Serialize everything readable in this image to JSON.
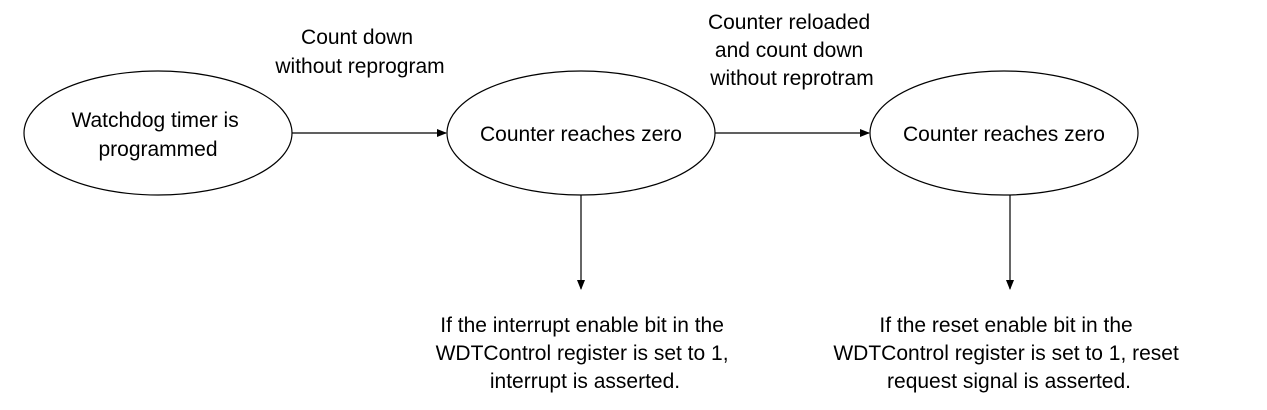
{
  "diagram": {
    "nodes": {
      "start": {
        "lines": [
          "Watchdog timer is",
          "programmed"
        ]
      },
      "zero1": {
        "lines": [
          "Counter reaches zero"
        ]
      },
      "zero2": {
        "lines": [
          "Counter reaches zero"
        ]
      }
    },
    "edge_labels": {
      "start_to_zero1": {
        "lines": [
          "Count down",
          "without reprogram"
        ]
      },
      "zero1_to_zero2": {
        "lines": [
          "Counter reloaded",
          "and count down",
          "without reprotram"
        ]
      }
    },
    "outcomes": {
      "interrupt": {
        "lines": [
          "If the interrupt enable bit in the",
          "WDTControl register is set to 1,",
          "interrupt is asserted."
        ]
      },
      "reset": {
        "lines": [
          "If the reset enable bit in the",
          "WDTControl register is set to 1, reset",
          "request signal is asserted."
        ]
      }
    }
  }
}
